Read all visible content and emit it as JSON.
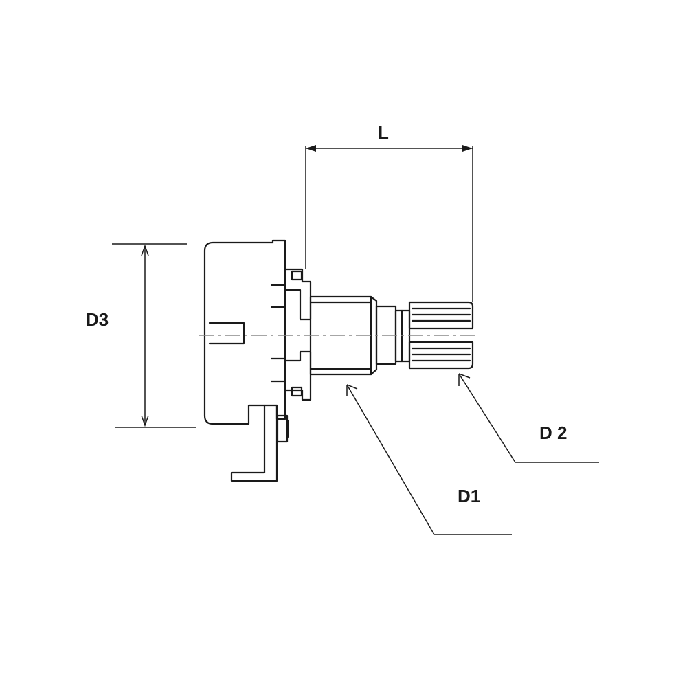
{
  "labels": {
    "length": "L",
    "diameter_3": "D3",
    "diameter_2": "D 2",
    "diameter_1": "D1"
  },
  "colors": {
    "line": "#1a1a1a",
    "axis": "#888888",
    "background": "#ffffff"
  }
}
